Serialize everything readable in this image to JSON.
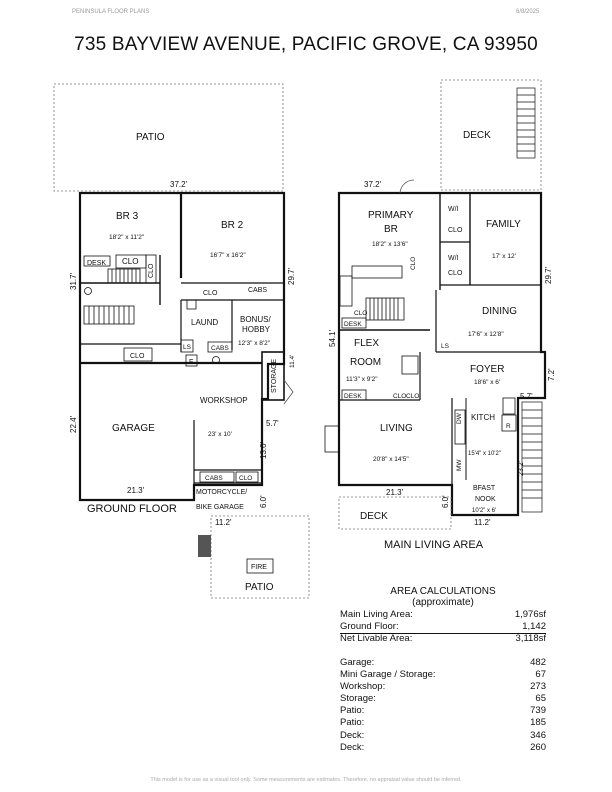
{
  "header": {
    "left": "PENINSULA FLOOR PLANS",
    "right": "6/8/2025",
    "title": "735 BAYVIEW AVENUE, PACIFIC GROVE, CA 93950"
  },
  "ground": {
    "caption": "GROUND FLOOR",
    "patio": "PATIO",
    "br3": "BR 3",
    "br3_dim": "18'2\" x 11'2\"",
    "br2": "BR 2",
    "br2_dim": "16'7\" x 16'2\"",
    "desk": "DESK",
    "clo": "CLO",
    "clo_v": "CLO",
    "clo2": "CLO",
    "cabs": "CABS",
    "laund": "LAUND",
    "bonus": "BONUS/",
    "hobby": "HOBBY",
    "bonus_dim": "12'3\" x 8'2\"",
    "ls": "LS",
    "cabs2": "CABS",
    "clo3": "CLO",
    "storage": "STORAGE",
    "workshop": "WORKSHOP",
    "workshop_dim": "23' x 10'",
    "garage": "GARAGE",
    "cabs3": "CABS",
    "clo4": "CLO",
    "moto1": "MOTORCYCLE/",
    "moto2": "BIKE GARAGE",
    "fire": "FIRE",
    "patio2": "PATIO",
    "f": "F",
    "m_top": "37.2'",
    "m_left": "31.7'",
    "m_right": "29.7'",
    "m_left2": "22.4'",
    "m_bottom": "21.3'",
    "m_moto": "6.0'",
    "m_work": "13.0'",
    "m_stor_w": "5.7'",
    "m_stor_h": "11.4'",
    "m_patio": "11.2'"
  },
  "main": {
    "caption": "MAIN LIVING AREA",
    "deck": "DECK",
    "deck2": "DECK",
    "primary1": "PRIMARY",
    "primary2": "BR",
    "primary_dim": "18'2\" x 13'6\"",
    "wi1": "W/I",
    "clo1": "CLO",
    "wi2": "W/I",
    "clo2": "CLO",
    "family": "FAMILY",
    "family_dim": "17' x 12'",
    "dining": "DINING",
    "dining_dim": "17'6\" x 12'8\"",
    "desk": "DESK",
    "clo_s": "CLO",
    "clo_v": "CLO",
    "ls": "LS",
    "flex1": "FLEX",
    "flex2": "ROOM",
    "flex_dim": "11'3\" x 9'2\"",
    "desk2": "DESK",
    "clo3": "CLO",
    "clo4": "CLO",
    "foyer": "FOYER",
    "foyer_dim": "18'6\" x 6'",
    "kitch": "KITCH",
    "dw": "DW",
    "mw": "MW",
    "r": "R",
    "kitch_dim": "15'4\" x 10'2\"",
    "living": "LIVING",
    "living_dim": "20'8\" x 14'5\"",
    "bfast1": "BFAST",
    "bfast2": "NOOK",
    "bfast_dim": "10'2\" x 6'",
    "m_top": "37.2'",
    "m_left": "54.1'",
    "m_right": "29.7'",
    "m_right2": "7.2'",
    "m_foyer": "5.7'",
    "m_bottom": "21.3'",
    "m_nook_w": "11.2'",
    "m_nook_h": "6.0'",
    "m_side": "23.2'"
  },
  "areas": {
    "title1": "AREA CALCULATIONS",
    "title2": "(approximate)",
    "rows": [
      {
        "label": "Main Living Area:",
        "value": "1,976sf"
      },
      {
        "label": "Ground Floor:",
        "value": "1,142"
      },
      {
        "label": "Net Livable Area:",
        "value": "3,118sf"
      },
      {
        "label": "Garage:",
        "value": "482"
      },
      {
        "label": "Mini Garage / Storage:",
        "value": "67"
      },
      {
        "label": "Workshop:",
        "value": "273"
      },
      {
        "label": "Storage:",
        "value": "65"
      },
      {
        "label": "Patio:",
        "value": "739"
      },
      {
        "label": "Patio:",
        "value": "185"
      },
      {
        "label": "Deck:",
        "value": "346"
      },
      {
        "label": "Deck:",
        "value": "260"
      }
    ]
  },
  "footer": "This model is for use as a visual tool only. Some measurements are estimates. Therefore, no appraisal value should be inferred."
}
